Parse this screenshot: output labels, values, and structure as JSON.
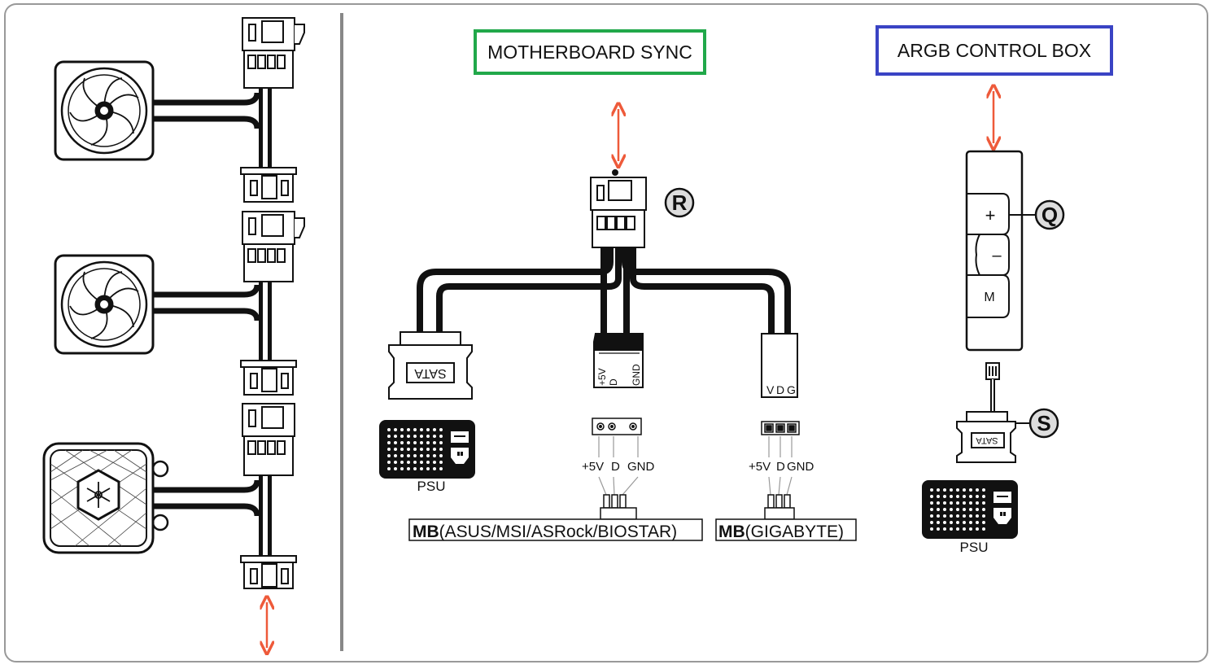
{
  "headers": {
    "motherboard_sync": "MOTHERBOARD SYNC",
    "argb_control_box": "ARGB CONTROL BOX"
  },
  "callouts": {
    "r": "R",
    "q": "Q",
    "s": "S"
  },
  "connectors": {
    "sata_label": "SATA",
    "asus_pin_labels": [
      "+5V",
      "D",
      "GND"
    ],
    "gigabyte_pin_labels": [
      "V",
      "D",
      "G"
    ]
  },
  "psu_labels": {
    "motherboard_psu": "PSU",
    "control_box_psu": "PSU"
  },
  "header_pins": {
    "asus": [
      "+5V",
      "D",
      "GND"
    ],
    "gigabyte": [
      "+5V",
      "D",
      "GND"
    ]
  },
  "mb_labels": {
    "asus_bold": "MB",
    "asus_rest": "(ASUS/MSI/ASRock/BIOSTAR)",
    "gigabyte_bold": "MB",
    "gigabyte_rest": "(GIGABYTE)"
  },
  "control_box_buttons": {
    "plus": "+",
    "minus": "–",
    "mode": "M"
  },
  "colors": {
    "motherboard_sync_border": "#21a84a",
    "argb_control_box_border": "#3a43c4",
    "arrow": "#ee5a3a",
    "frame": "#999999"
  }
}
